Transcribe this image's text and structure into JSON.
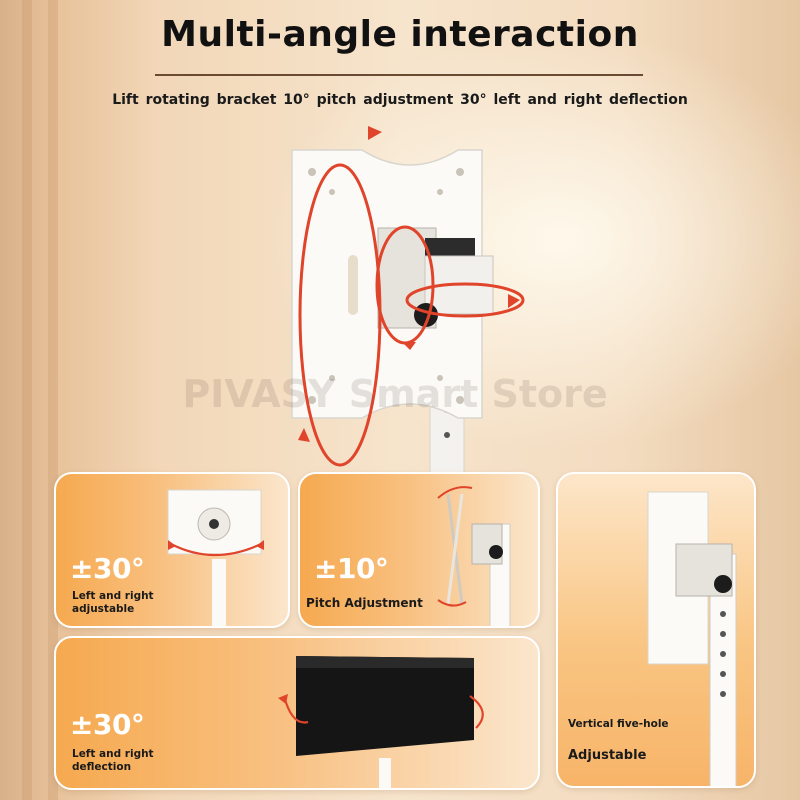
{
  "header": {
    "title": "Multi-angle interaction",
    "subtitle": "Lift rotating bracket 10° pitch adjustment 30° left and right deflection"
  },
  "watermark": "PIVASY Smart Store",
  "cards": {
    "rotation": {
      "value": "±30°",
      "caption_line1": "Left and right",
      "caption_line2": "adjustable"
    },
    "pitch": {
      "value": "±10°",
      "caption": "Pitch Adjustment"
    },
    "deflection": {
      "value": "±30°",
      "caption_line1": "Left and right",
      "caption_line2": "deflection"
    },
    "vertical": {
      "caption": "Vertical five-hole",
      "caption2": "Adjustable"
    }
  },
  "colors": {
    "accent_orange": "#f6a94f",
    "arrow_red": "#e0442a",
    "text_dark": "#111111"
  }
}
